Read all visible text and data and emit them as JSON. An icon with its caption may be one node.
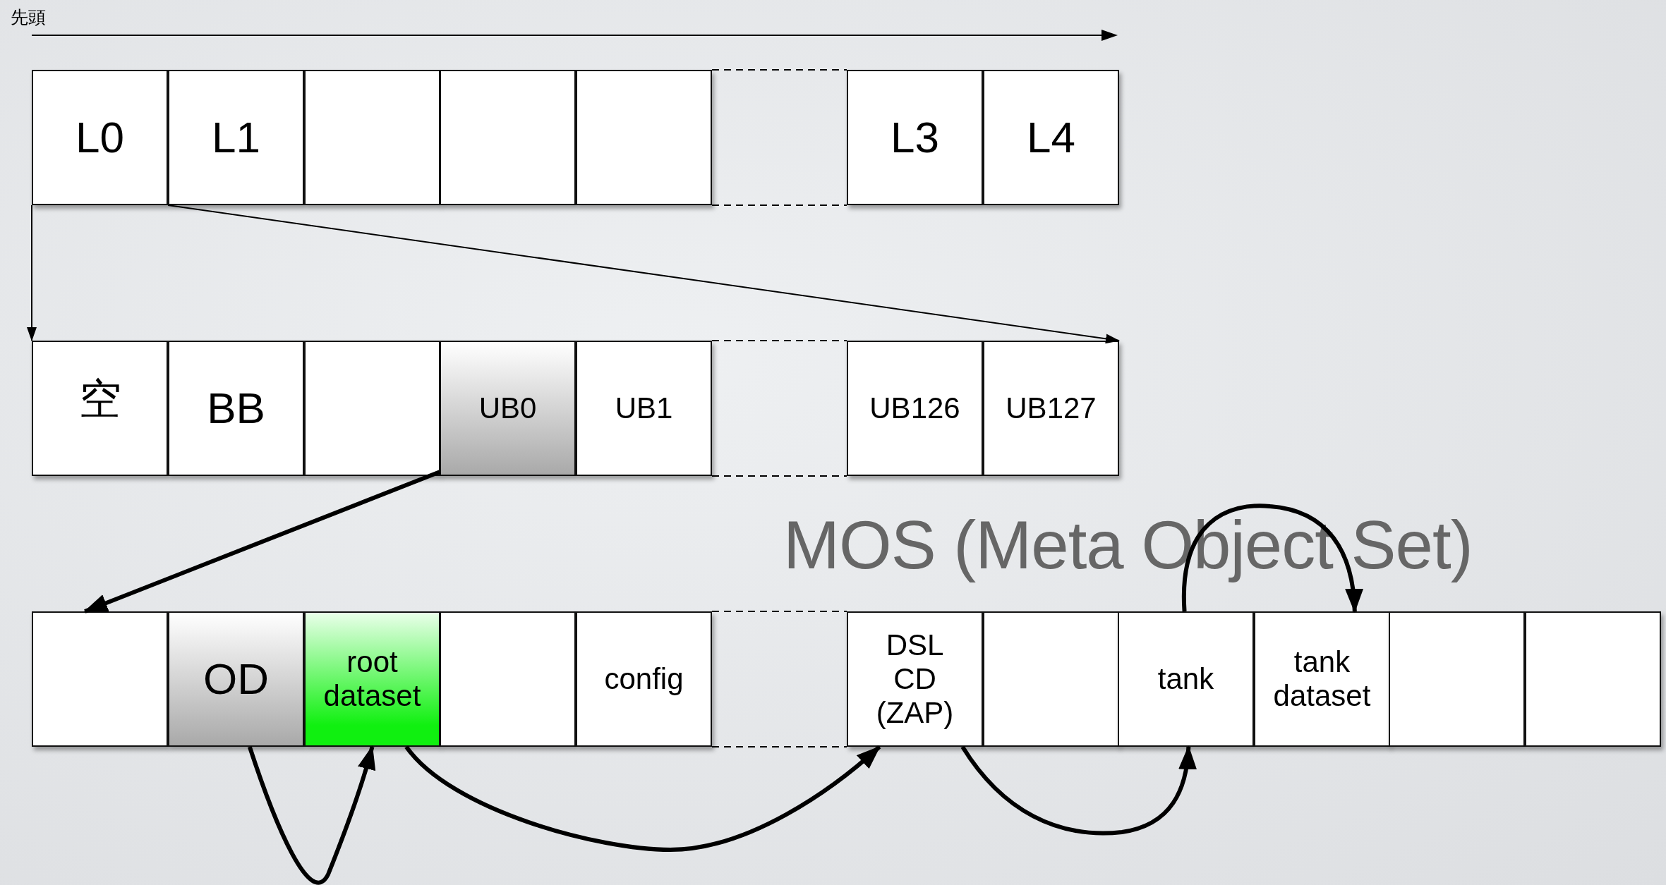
{
  "diagram": {
    "nodes": [
      {
        "text": [
          "L0"
        ]
      },
      {
        "text": [
          "L1"
        ]
      },
      {
        "text": [],
        "shape": "box"
      },
      {
        "text": [],
        "shape": "box"
      },
      {
        "text": [],
        "shape": "box"
      },
      {
        "text": [
          "L3"
        ]
      },
      {
        "text": [
          "L4"
        ]
      },
      {
        "text": [
          "空"
        ]
      },
      {
        "text": [
          "BB"
        ]
      },
      {
        "text": [],
        "shape": "box"
      },
      {
        "text": [
          "UB0"
        ]
      },
      {
        "text": [
          "UB1"
        ]
      },
      {
        "text": [
          "UB126"
        ]
      },
      {
        "text": [
          "UB127"
        ]
      },
      {
        "text": [],
        "shape": "box"
      },
      {
        "text": [
          "OD"
        ]
      },
      {
        "text": [
          "root dataset"
        ]
      },
      {
        "text": [],
        "shape": "box"
      },
      {
        "text": [
          "config"
        ]
      },
      {
        "text": [
          "DSL CD (ZAP)"
        ]
      },
      {
        "text": [],
        "shape": "box"
      },
      {
        "text": [
          "tank"
        ]
      },
      {
        "text": [
          "tank dataset"
        ]
      },
      {
        "text": [],
        "shape": "box"
      },
      {
        "text": [],
        "shape": "box"
      }
    ],
    "edges": [
      {
        "from": 0,
        "to": 7,
        "arrow": "to"
      },
      {
        "from": 1,
        "to": 13,
        "arrow": "to"
      },
      {
        "from": 10,
        "to": 14,
        "arrow": "to",
        "style": "thick"
      },
      {
        "from": 15,
        "to": 16,
        "arrow": "to",
        "style": "thick"
      },
      {
        "from": 16,
        "to": 19,
        "arrow": "to",
        "style": "thick"
      },
      {
        "from": 19,
        "to": 21,
        "arrow": "to",
        "style": "thick"
      },
      {
        "from": 21,
        "to": 22,
        "arrow": "to",
        "style": "thick"
      },
      {
        "from": 4,
        "to": 5,
        "arrow": "none",
        "style": "dashed"
      },
      {
        "from": 4,
        "to": 5,
        "arrow": "none",
        "style": "dashed"
      },
      {
        "from": 11,
        "to": 12,
        "arrow": "none",
        "style": "dashed"
      },
      {
        "from": 11,
        "to": 12,
        "arrow": "none",
        "style": "dashed"
      },
      {
        "from": 18,
        "to": 19,
        "arrow": "none",
        "style": "dashed"
      },
      {
        "from": 18,
        "to": 19,
        "arrow": "none",
        "style": "dashed"
      }
    ],
    "labels": [
      "先頭",
      "MOS (Meta Object Set)"
    ]
  }
}
